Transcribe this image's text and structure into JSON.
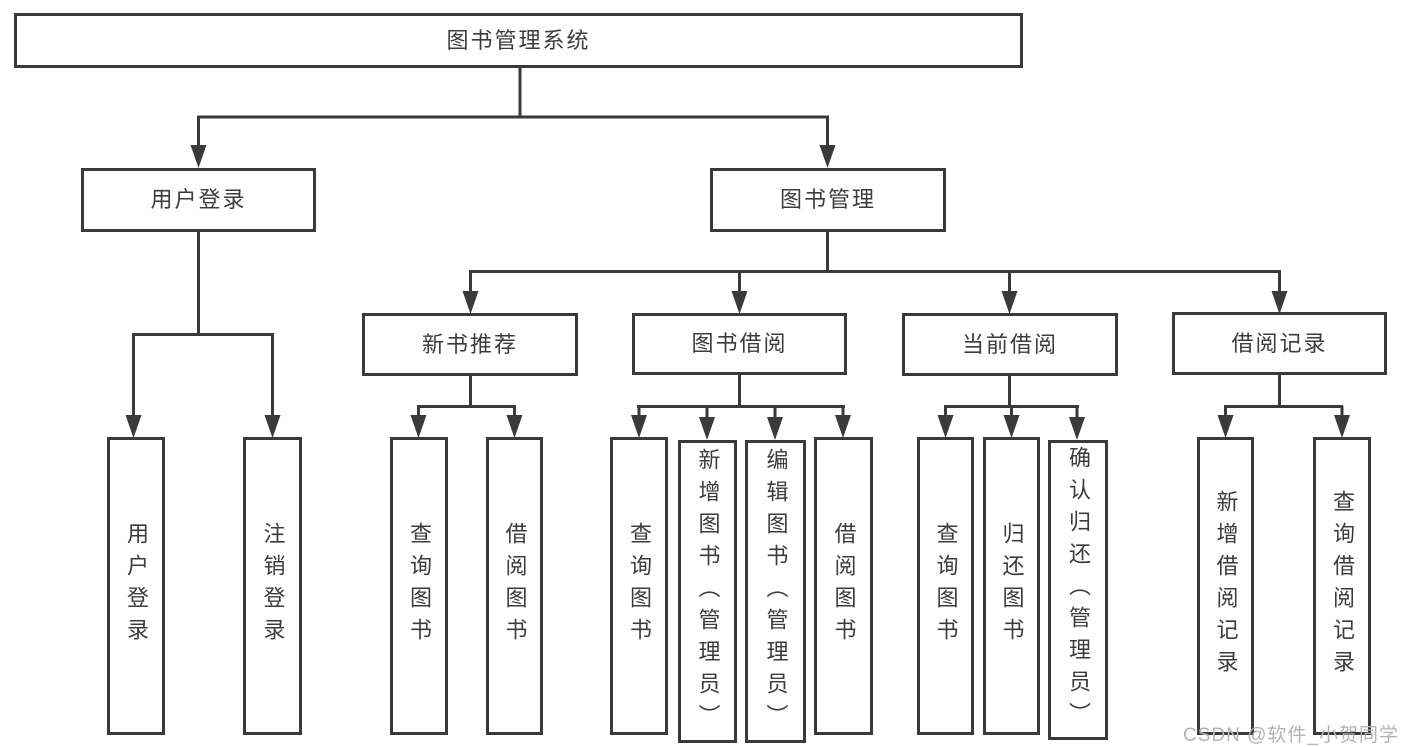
{
  "diagram": {
    "root": "图书管理系统",
    "level2": [
      {
        "label": "用户登录",
        "leaves": [
          "用户登录",
          "注销登录"
        ]
      },
      {
        "label": "图书管理",
        "groups": [
          {
            "label": "新书推荐",
            "leaves": [
              "查询图书",
              "借阅图书"
            ]
          },
          {
            "label": "图书借阅",
            "leaves": [
              "查询图书",
              "新增图书（管理员）",
              "编辑图书（管理员）",
              "借阅图书"
            ]
          },
          {
            "label": "当前借阅",
            "leaves": [
              "查询图书",
              "归还图书",
              "确认归还（管理员）"
            ]
          },
          {
            "label": "借阅记录",
            "leaves": [
              "新增借阅记录",
              "查询借阅记录"
            ]
          }
        ]
      }
    ]
  },
  "watermark": {
    "text": "CSDN @软件_小贺同学"
  },
  "colors": {
    "line": "#3a3a3a",
    "box_border": "#3a3a3a",
    "text": "#3c3c3c",
    "watermark": "#b3b3b3",
    "background": "#ffffff"
  }
}
